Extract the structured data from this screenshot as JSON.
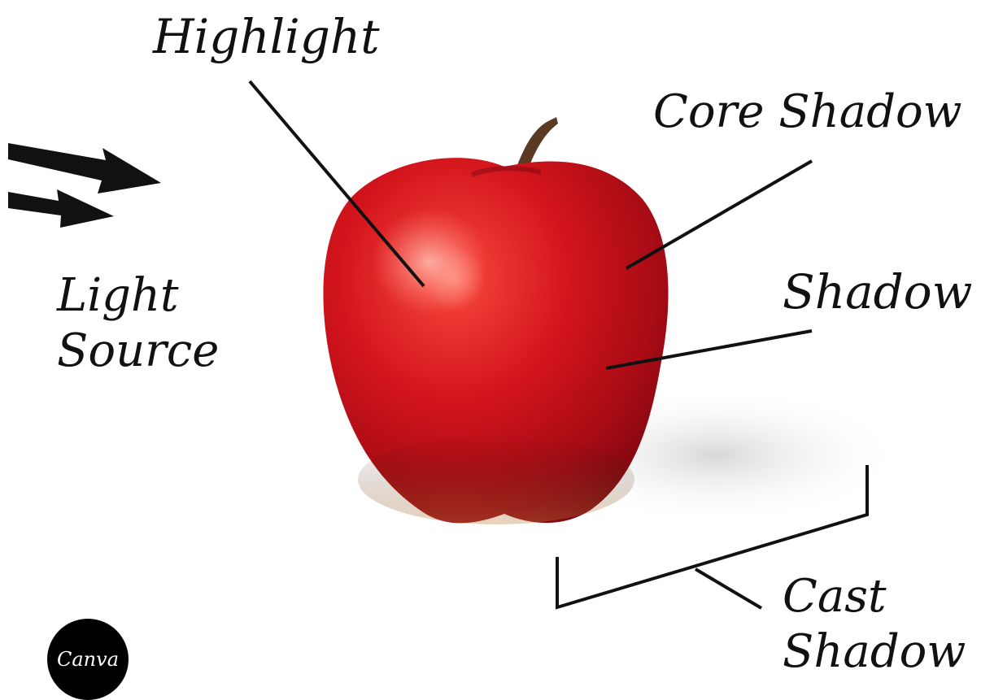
{
  "labels": {
    "highlight": "Highlight",
    "core_shadow": "Core Shadow",
    "shadow": "Shadow",
    "light_source_line1": "Light",
    "light_source_line2": "Source",
    "cast_shadow_line1": "Cast",
    "cast_shadow_line2": "Shadow"
  },
  "logo": {
    "text": "Canva"
  },
  "colors": {
    "apple_red": "#c8101c",
    "apple_dark": "#8a0a12",
    "stem": "#5a3a22",
    "ink": "#111111"
  }
}
